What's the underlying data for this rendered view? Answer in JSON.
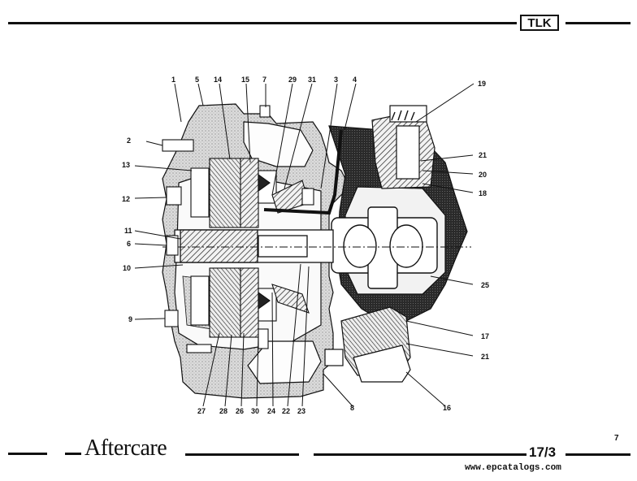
{
  "header": {
    "logo_text": "TLK"
  },
  "diagram": {
    "labels": {
      "l1": "1",
      "l5": "5",
      "l14": "14",
      "l15": "15",
      "l7": "7",
      "l29": "29",
      "l31": "31",
      "l3": "3",
      "l4": "4",
      "l19": "19",
      "l2": "2",
      "l13": "13",
      "l12": "12",
      "l11": "11",
      "l6": "6",
      "l10": "10",
      "l9": "9",
      "l21a": "21",
      "l20": "20",
      "l18": "18",
      "l25": "25",
      "l17": "17",
      "l21b": "21",
      "l16": "16",
      "l27": "27",
      "l28": "28",
      "l26": "26",
      "l30": "30",
      "l24": "24",
      "l22": "22",
      "l23": "23",
      "l8": "8"
    }
  },
  "footer": {
    "brand": "Aftercare",
    "page_number": "17/3",
    "corner_number": "7",
    "watermark": "www.epcatalogs.com"
  }
}
